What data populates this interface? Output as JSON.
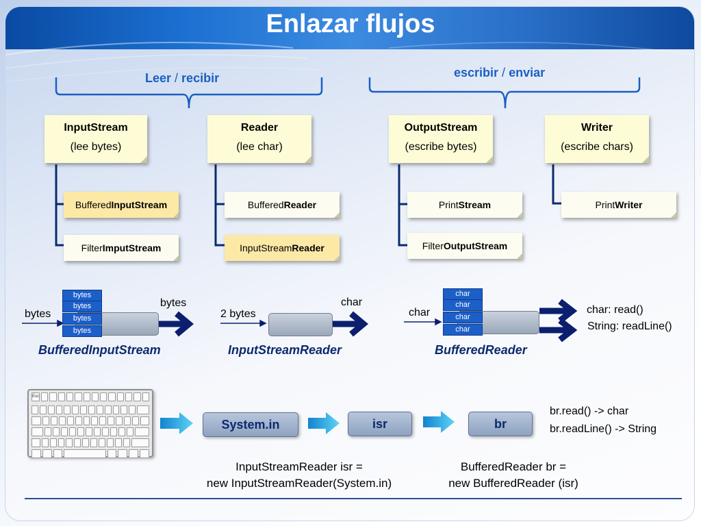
{
  "title": "Enlazar flujos",
  "groups": {
    "read": {
      "label": "Leer",
      "sep": " / ",
      "label2": "recibir"
    },
    "write": {
      "label": "escribir",
      "sep": " / ",
      "label2": "enviar"
    }
  },
  "base_classes": [
    {
      "name": "InputStream",
      "desc": "(lee bytes)"
    },
    {
      "name": "Reader",
      "desc": "(lee char)"
    },
    {
      "name": "OutputStream",
      "desc": "(escribe bytes)"
    },
    {
      "name": "Writer",
      "desc": "(escribe chars)"
    }
  ],
  "subclasses": {
    "buffered_input_stream": {
      "prefix": "Buffered",
      "bold": "InputStream"
    },
    "filter_input_stream": {
      "prefix": "Filter",
      "bold": "ImputStream"
    },
    "buffered_reader": {
      "prefix": "Buffered",
      "bold": "Reader"
    },
    "input_stream_reader": {
      "prefix": "InputStream",
      "bold": "Reader"
    },
    "print_stream": {
      "prefix": "Print",
      "bold": "Stream"
    },
    "filter_output_stream": {
      "prefix": "Filter",
      "bold": "OutputStream"
    },
    "print_writer": {
      "prefix": "Print",
      "bold": "Writer"
    }
  },
  "flows": {
    "bis": {
      "chips": [
        "bytes",
        "bytes",
        "bytes",
        "bytes"
      ],
      "in_label": "bytes",
      "out_label": "bytes",
      "caption": "BufferedInputStream"
    },
    "isr": {
      "in_label": "2 bytes",
      "out_label": "char",
      "caption": "InputStreamReader"
    },
    "br": {
      "chips": [
        "char",
        "char",
        "char",
        "char"
      ],
      "in_label": "char",
      "out1": "char: read()",
      "out2": "String: readLine()",
      "caption": "BufferedReader"
    }
  },
  "chain": {
    "nodes": [
      "System.in",
      "isr",
      "br"
    ],
    "results": [
      "br.read()  -> char",
      "br.readLine()   -> String"
    ],
    "code1": [
      "InputStreamReader  isr =",
      "new InputStreamReader(System.in)"
    ],
    "code2": [
      "BufferedReader  br =",
      "new BufferedReader (isr)"
    ]
  },
  "colors": {
    "banner": "#1b6fd0",
    "bracket": "#1a5fc2",
    "connector": "#0b2a6e",
    "arrow": "#0b1f6e",
    "chip": "#1d5fc8",
    "cyan_arrow": "#1fb0e6",
    "note": "#fdfcd6",
    "highlight": "#fde9a6"
  }
}
